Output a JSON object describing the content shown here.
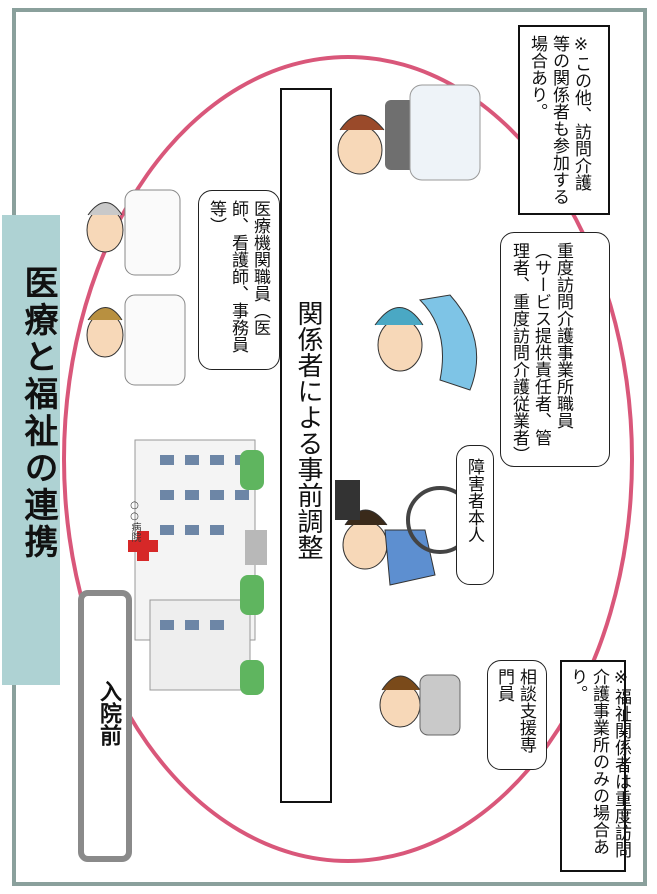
{
  "title": "医療と福祉の連携",
  "phase": "入院前",
  "center_label": "関係者による事前調整",
  "hospital_sign": "○○病院",
  "labels": {
    "medical": "医療機関職員（医師、看護師、事務員等）",
    "home_care": "重度訪問介護事業所職員（サービス提供責任者、管理者、重度訪問介護従業者）",
    "other_note": "※この他、訪問介護等の関係者も参加する場合あり。",
    "patient": "障害者本人",
    "consultant": "相談支援専門員",
    "welfare_note": "※福祉関係者は重度訪問介護事業所のみの場合あり。"
  },
  "colors": {
    "oval": "#d9577a",
    "title_bg": "#aed2d3",
    "frame": "#8aa09c"
  }
}
